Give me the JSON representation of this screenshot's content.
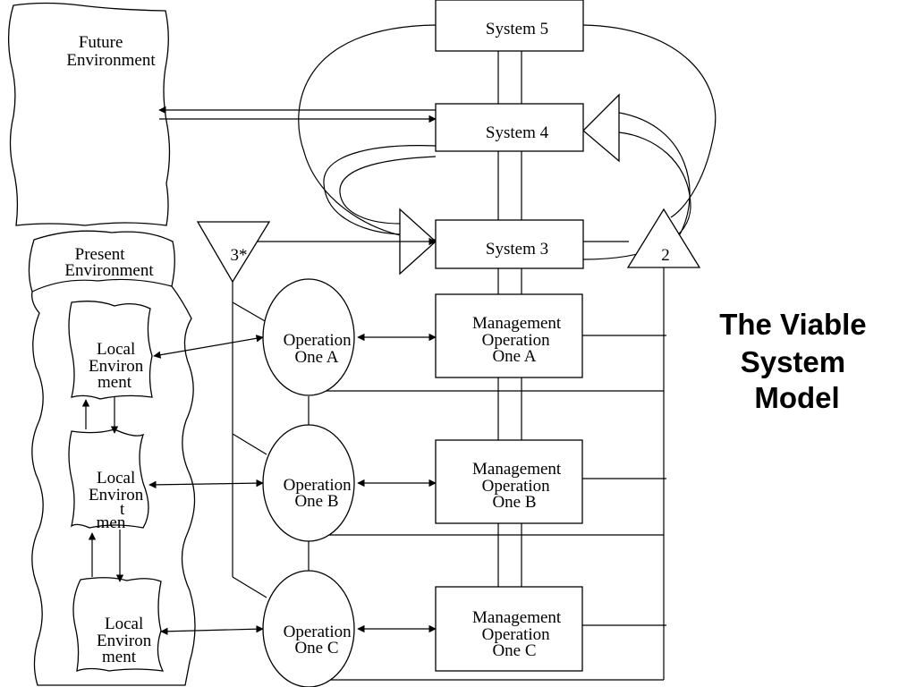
{
  "title": [
    "The Viable",
    "System",
    "Model"
  ],
  "environments": {
    "future": [
      "Future",
      "Environment"
    ],
    "present": [
      "Present",
      "Environment"
    ],
    "local_a": [
      "Local",
      "Environ",
      "ment"
    ],
    "local_b": [
      "Local",
      "Environ",
      "t",
      "men"
    ],
    "local_c": [
      "Local",
      "Environ",
      "ment"
    ]
  },
  "systems": {
    "s5": "System 5",
    "s4": "System 4",
    "s3": "System 3",
    "s3_star": "3*",
    "s2": "2"
  },
  "operations": {
    "a": [
      "Operation",
      "One A"
    ],
    "b": [
      "Operation",
      "One B"
    ],
    "c": [
      "Operation",
      "One C"
    ]
  },
  "management": {
    "a": [
      "Management",
      "Operation",
      "One A"
    ],
    "b": [
      "Management",
      "Operation",
      "One B"
    ],
    "c": [
      "Management",
      "Operation",
      "One C"
    ]
  }
}
